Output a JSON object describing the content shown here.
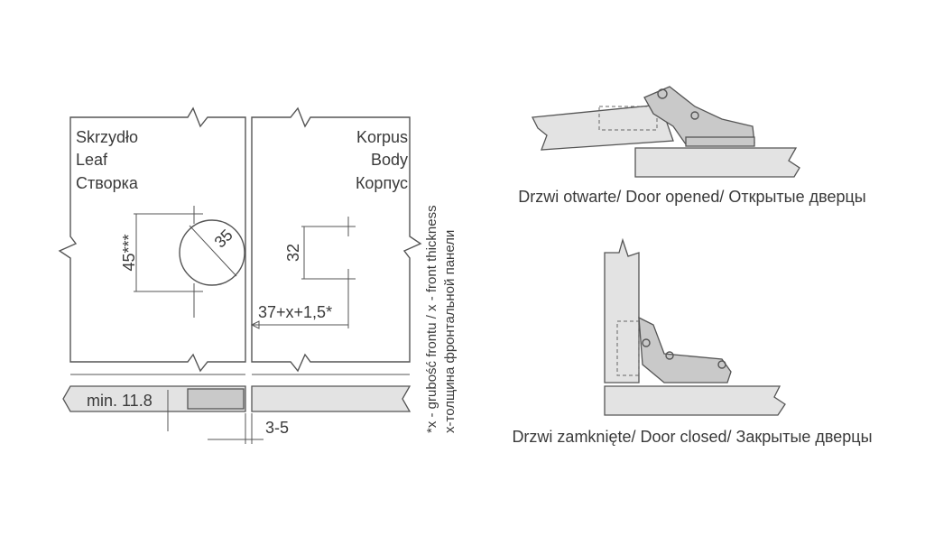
{
  "leaf_panel": {
    "label_pl": "Skrzydło",
    "label_en": "Leaf",
    "label_ru": "Створка"
  },
  "body_panel": {
    "label_pl": "Korpus",
    "label_en": "Body",
    "label_ru": "Корпус"
  },
  "dimensions": {
    "cup_diameter": "35",
    "cup_height": "45***",
    "plate_spacing": "32",
    "plate_offset": "37+x+1,5*",
    "min_thickness": "min. 11.8",
    "gap": "3-5"
  },
  "footnote": {
    "line1": "*x - grubość frontu / x - front thickness",
    "line2": "x-толщина фронтальной панели"
  },
  "captions": {
    "door_opened": "Drzwi otwarte/ Door opened/ Открытые дверцы",
    "door_closed": "Drzwi zamknięte/ Door closed/ Закрытые  дверцы"
  },
  "colors": {
    "line": "#555555",
    "fill_dark": "#c9c9c9",
    "fill_light": "#e3e3e3",
    "text": "#3a3a3a"
  }
}
